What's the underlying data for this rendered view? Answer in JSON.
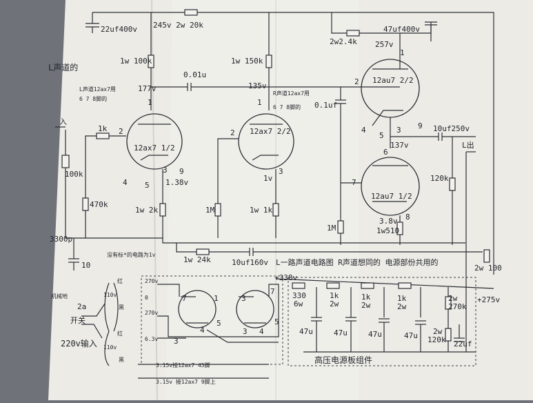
{
  "labels": {
    "title_l": "L声道的",
    "c1": "22uf400v",
    "r_top": "245v 2w 20k",
    "r_b1": "1w 100k",
    "cap_001": "0.01u",
    "v177": "177v",
    "note_l": "L声道12ax7用",
    "note_l2": "6 7 8脚的",
    "rin": "1k",
    "in_label": "入",
    "pot": "100k",
    "tube1": "12ax7 1/2",
    "v138": "1.38v",
    "r470": "470k",
    "rk1": "1w 2k",
    "r_b2": "1w 150k",
    "v135": "135v",
    "note_r": "R声道12ax7用",
    "note_r2": "6 7 8脚的",
    "tube2": "12ax7 2/2",
    "v1": "1v",
    "r1m": "1M",
    "rk2": "1w 1k",
    "r24": "2w2.4k",
    "c47": "47uf400v",
    "v257": "257v",
    "tube3": "12au7 2/2",
    "c01": "0.1uf",
    "c10": "10uf250v",
    "v137": "137v",
    "out": "L出",
    "tube4": "12au7 1/2",
    "r120": "120k",
    "r1m2": "1M",
    "v38": "3.8v",
    "rk3": "1w510",
    "c3300": "3300p",
    "c10b": "10",
    "note_mark": "没有标*的电路为1v",
    "r24k": "1w 24k",
    "c10uf160": "10uf160v",
    "note_bottom": "L一路声道电路图 R声道想同的 电源部份共用的",
    "r100": "2w 100",
    "gnd": "机械地",
    "sw": "2a",
    "switch": "开关",
    "ac_in": "220v输入",
    "v270a": "270v",
    "v0": "0",
    "v270b": "270v",
    "v63": "6.3v",
    "red1": "红",
    "black1": "黑",
    "red2": "红",
    "black2": "黑",
    "v110a": "110v",
    "v110b": "110v",
    "v338": "+338v",
    "v275": "+275v",
    "r330": "330",
    "r330w": "6w",
    "r1k_a": "1k",
    "r2w_a": "2w",
    "r1k_b": "1k",
    "r2w_b": "2w",
    "r1k_c": "1k",
    "r2w_c": "2w",
    "c47u_a": "47u",
    "c47u_b": "47u",
    "c47u_c": "47u",
    "c47u_d": "47u",
    "r270k": "270k",
    "r2w_d": "2w",
    "r2w_e": "2w",
    "r120k": "120k",
    "c22u": "22uf",
    "board": "高压电源板组件",
    "heat1": "3.15v接12ax7 45脚",
    "heat2": "3.15v 接12ax7 9脚上",
    "p2": "2",
    "p3": "3",
    "p4": "4",
    "p5": "5",
    "p9": "9",
    "p1": "1",
    "p6": "6",
    "p7": "7",
    "p8": "8"
  }
}
